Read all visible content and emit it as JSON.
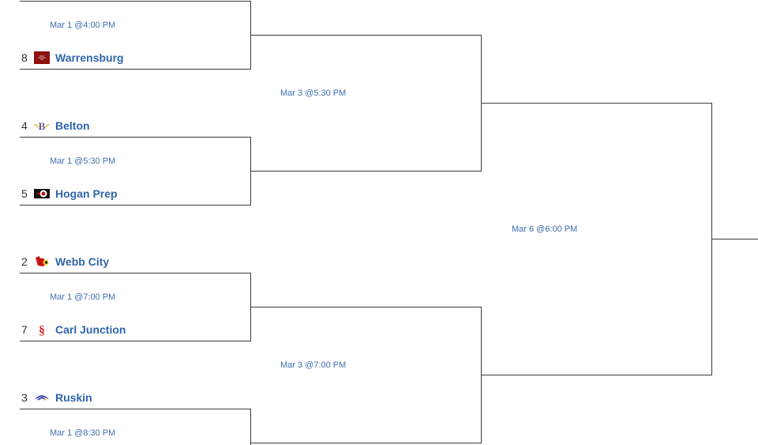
{
  "bracket": {
    "round1": [
      {
        "time": "Mar 1 @4:00 PM",
        "teams": [
          {
            "seed": "8",
            "name": "Warrensburg",
            "logo": "warrensburg-logo"
          }
        ]
      },
      {
        "time": "Mar 1 @5:30 PM",
        "teams": [
          {
            "seed": "4",
            "name": "Belton",
            "logo": "belton-logo"
          },
          {
            "seed": "5",
            "name": "Hogan Prep",
            "logo": "hogan-prep-logo"
          }
        ]
      },
      {
        "time": "Mar 1 @7:00 PM",
        "teams": [
          {
            "seed": "2",
            "name": "Webb City",
            "logo": "webb-city-logo"
          },
          {
            "seed": "7",
            "name": "Carl Junction",
            "logo": "carl-junction-logo"
          }
        ]
      },
      {
        "time": "Mar 1 @8:30 PM",
        "teams": [
          {
            "seed": "3",
            "name": "Ruskin",
            "logo": "ruskin-logo"
          }
        ]
      }
    ],
    "round2": [
      {
        "time": "Mar 3 @5:30 PM"
      },
      {
        "time": "Mar 3 @7:00 PM"
      }
    ],
    "round3": [
      {
        "time": "Mar 6 @6:00 PM"
      }
    ]
  },
  "colors": {
    "team_link": "#2f65ad",
    "time_text": "#3f6fae",
    "bracket_line": "#3a3a3a"
  }
}
